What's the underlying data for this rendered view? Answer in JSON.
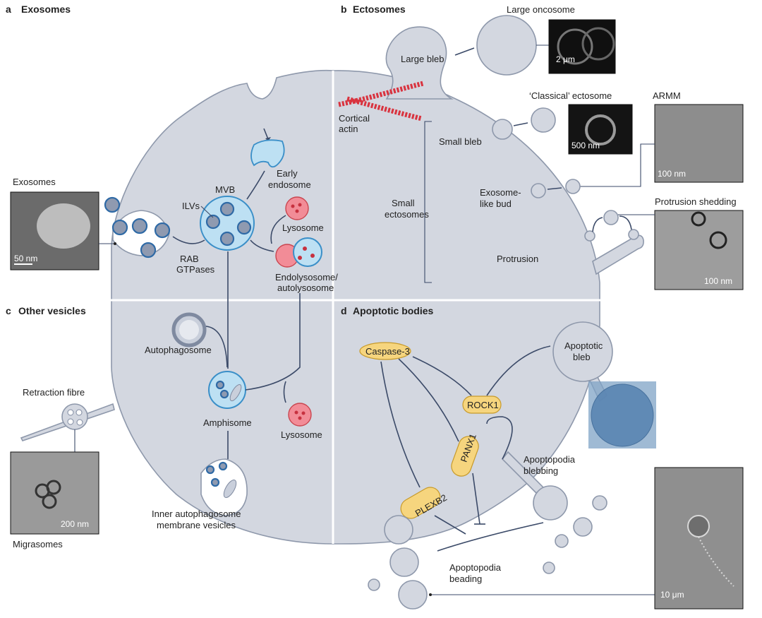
{
  "panels": {
    "a": {
      "letter": "a",
      "title": "Exosomes"
    },
    "b": {
      "letter": "b",
      "title": "Ectosomes"
    },
    "c": {
      "letter": "c",
      "title": "Other vesicles"
    },
    "d": {
      "letter": "d",
      "title": "Apoptotic bodies"
    }
  },
  "labels": {
    "exosomes": "Exosomes",
    "mvb": "MVB",
    "ilvs": "ILVs",
    "early_endosome_1": "Early",
    "early_endosome_2": "endosome",
    "lysosome_a": "Lysosome",
    "rab_1": "RAB",
    "rab_2": "GTPases",
    "endolysosome_1": "Endolysosome/",
    "endolysosome_2": "autolysosome",
    "large_bleb": "Large bleb",
    "large_oncosome": "Large oncosome",
    "cortical_1": "Cortical",
    "cortical_2": "actin",
    "classical_ectosome": "‘Classical’ ectosome",
    "armm": "ARMM",
    "small_bleb": "Small bleb",
    "small_ecto_1": "Small",
    "small_ecto_2": "ectosomes",
    "exo_bud_1": "Exosome-",
    "exo_bud_2": "like bud",
    "protrusion_shedding": "Protrusion shedding",
    "protrusion": "Protrusion",
    "autophagosome": "Autophagosome",
    "retraction_fibre": "Retraction fibre",
    "amphisome": "Amphisome",
    "lysosome_c": "Lysosome",
    "migrasomes": "Migrasomes",
    "inner_1": "Inner autophagosome",
    "inner_2": "membrane vesicles",
    "caspase3": "Caspase-3",
    "rock1": "ROCK1",
    "panx1": "PANX1",
    "plexb2": "PLEXB2",
    "apoptotic_bleb_1": "Apoptotic",
    "apoptotic_bleb_2": "bleb",
    "apoptopodia_blebbing_1": "Apoptopodia",
    "apoptopodia_blebbing_2": "blebbing",
    "apoptopodia_beading_1": "Apoptopodia",
    "apoptopodia_beading_2": "beading"
  },
  "scale_bars": {
    "exosomes": "50 nm",
    "large_oncosome": "2 μm",
    "classical": "500 nm",
    "armm": "100 nm",
    "protrusion": "100 nm",
    "migrasomes": "200 nm",
    "apoptopodia": "10 μm"
  },
  "colors": {
    "cell": "#d3d7e0",
    "arrow": "#3b4a68",
    "lysosome": "#f28c97",
    "mvb": "#bde0f3",
    "actin": "#d9333f",
    "protein": "#f6d57e"
  }
}
